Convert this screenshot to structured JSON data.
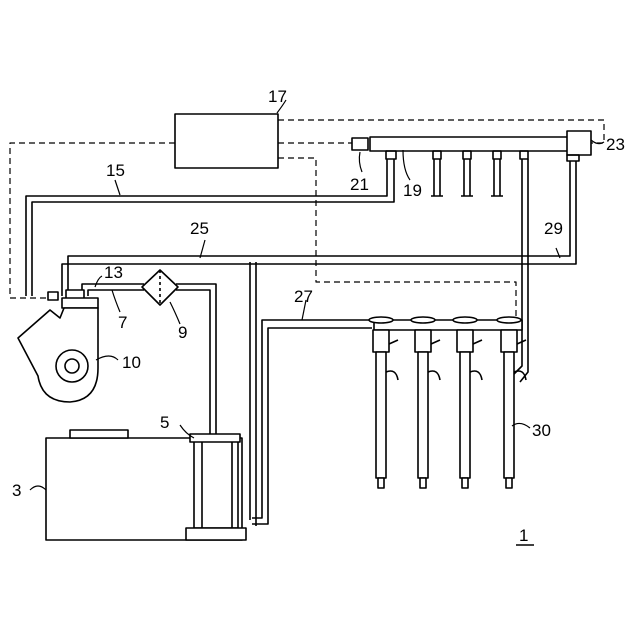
{
  "labels": {
    "l1": "1",
    "l3": "3",
    "l5": "5",
    "l7": "7",
    "l9": "9",
    "l10": "10",
    "l13": "13",
    "l15": "15",
    "l17": "17",
    "l19": "19",
    "l21": "21",
    "l23": "23",
    "l25": "25",
    "l27": "27",
    "l29": "29",
    "l30": "30"
  }
}
